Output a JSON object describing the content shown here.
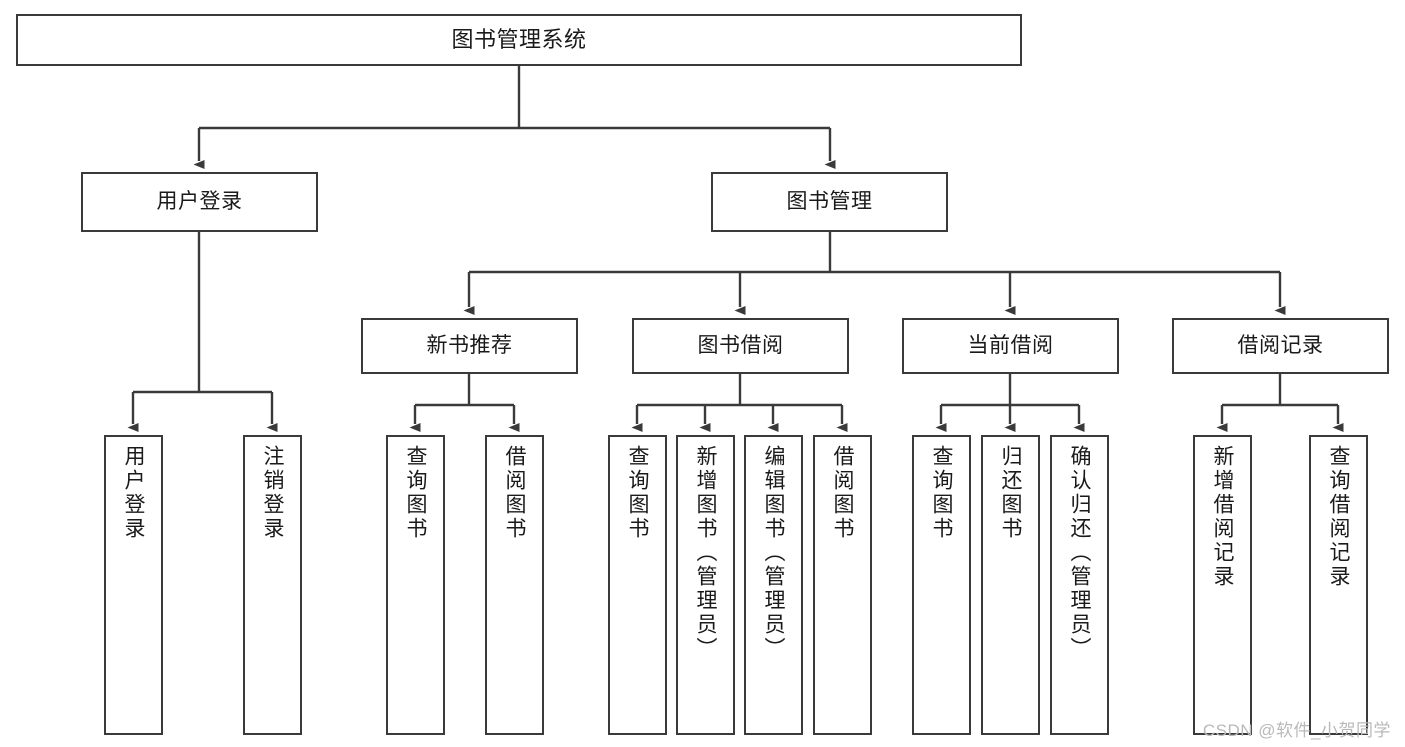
{
  "diagram": {
    "title": "图书管理系统",
    "type": "tree-hierarchy",
    "background_color": "#ffffff",
    "line_color": "#3a3a3a",
    "text_color": "#1a1a1a"
  },
  "nodes": {
    "root": {
      "label": "图书管理系统"
    },
    "level1": [
      {
        "label": "用户登录"
      },
      {
        "label": "图书管理"
      }
    ],
    "level2": [
      {
        "label": "新书推荐"
      },
      {
        "label": "图书借阅"
      },
      {
        "label": "当前借阅"
      },
      {
        "label": "借阅记录"
      }
    ],
    "leaves": {
      "user_login": [
        {
          "label": "用户登录"
        },
        {
          "label": "注销登录"
        }
      ],
      "new_book": [
        {
          "label": "查询图书"
        },
        {
          "label": "借阅图书"
        }
      ],
      "book_borrow": [
        {
          "label": "查询图书"
        },
        {
          "label": "新增图书（管理员）"
        },
        {
          "label": "编辑图书（管理员）"
        },
        {
          "label": "借阅图书"
        }
      ],
      "current_borrow": [
        {
          "label": "查询图书"
        },
        {
          "label": "归还图书"
        },
        {
          "label": "确认归还（管理员）"
        }
      ],
      "borrow_record": [
        {
          "label": "新增借阅记录"
        },
        {
          "label": "查询借阅记录"
        }
      ]
    }
  },
  "watermark": {
    "text": "CSDN @软件_小贺同学"
  }
}
